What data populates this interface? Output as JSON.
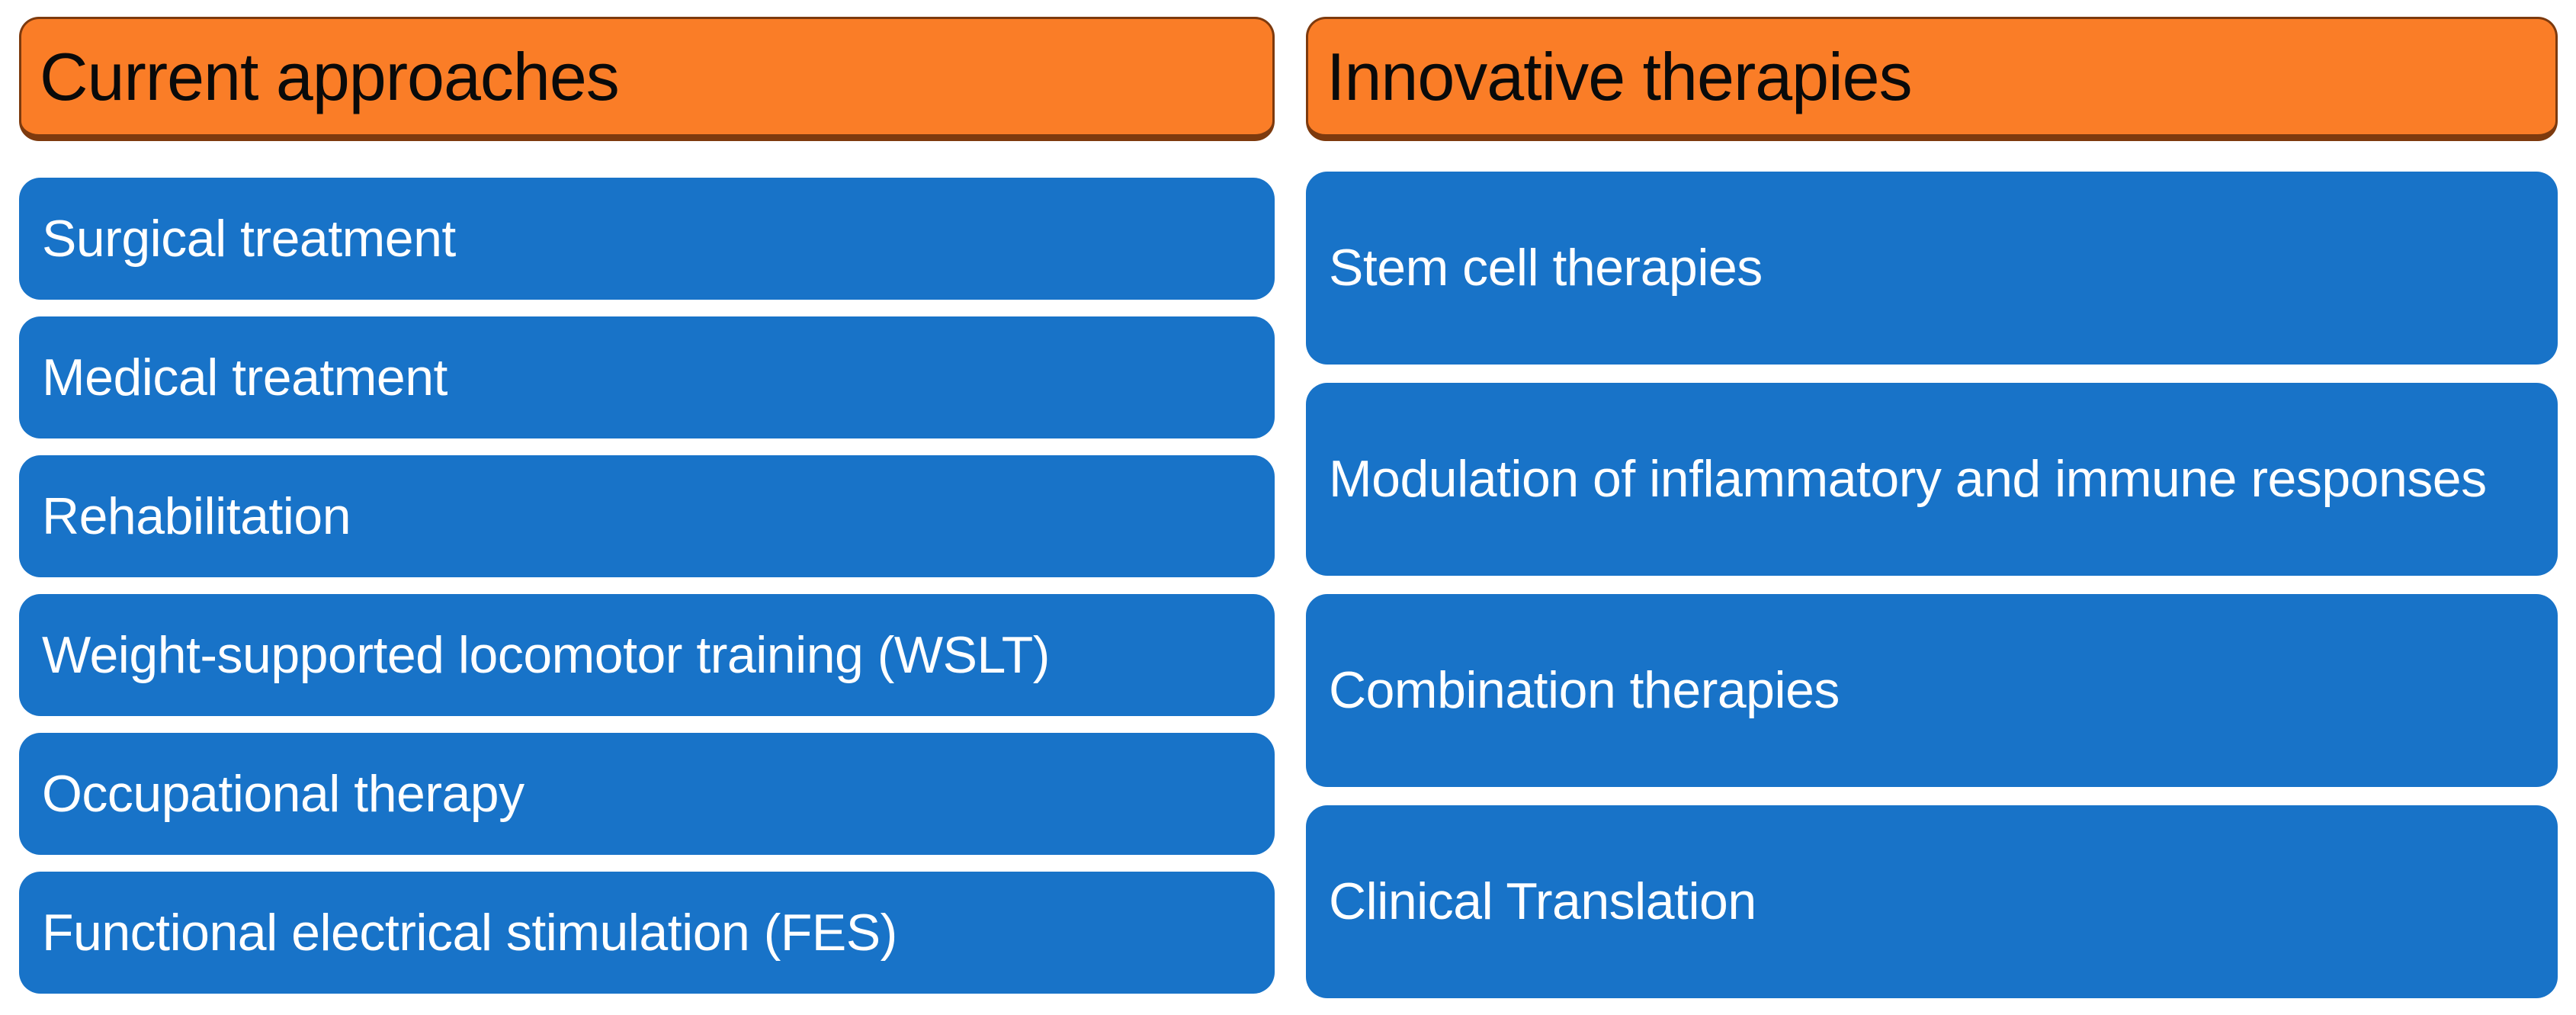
{
  "colors": {
    "background": "#FFFFFF",
    "header_fill": "#FA7D27",
    "header_border": "#7D3A0E",
    "header_text": "#0A0A0A",
    "item_fill": "#1873C8",
    "item_text": "#FFFFFF"
  },
  "columns": [
    {
      "header": "Current approaches",
      "items": [
        "Surgical treatment",
        "Medical treatment",
        "Rehabilitation",
        "Weight-supported locomotor training (WSLT)",
        "Occupational therapy",
        "Functional electrical stimulation (FES)"
      ]
    },
    {
      "header": "Innovative therapies",
      "items": [
        "Stem cell therapies",
        "Modulation of inflammatory and immune responses",
        "Combination therapies",
        "Clinical Translation"
      ]
    }
  ]
}
